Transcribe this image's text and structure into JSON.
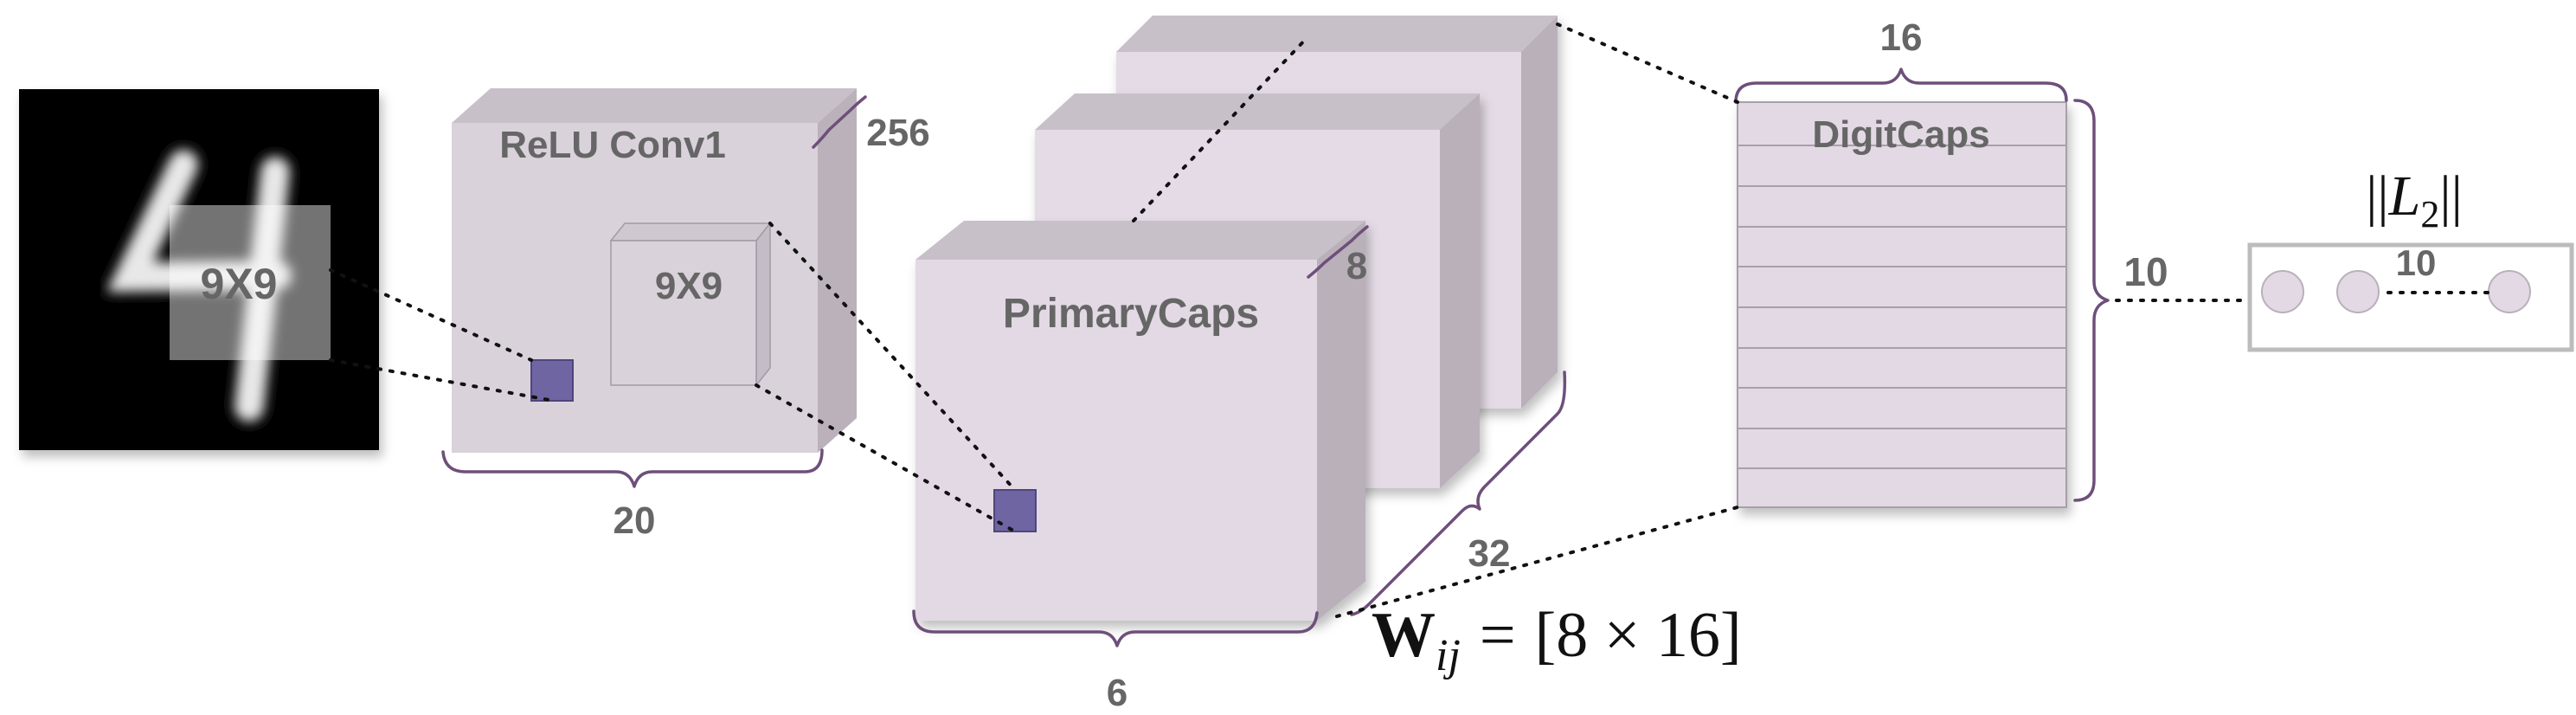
{
  "diagram": {
    "input": {
      "kernel_label": "9X9",
      "digit": "4"
    },
    "relu_conv1": {
      "title": "ReLU Conv1",
      "kernel_label": "9X9",
      "depth_label": "256",
      "width_label": "20"
    },
    "primary_caps": {
      "title": "PrimaryCaps",
      "depth_label": "8",
      "width_label": "6",
      "count_label": "32"
    },
    "digit_caps": {
      "title": "DigitCaps",
      "width_label": "16",
      "height_label": "10"
    },
    "output": {
      "title_prefix": "||",
      "title_var": "L",
      "title_sub": "2",
      "title_suffix": "||",
      "count_label": "10"
    },
    "weight_matrix": {
      "symbol": "W",
      "subscript": "ij",
      "equals": "=",
      "value": "[8 × 16]"
    }
  },
  "colors": {
    "box_face": "#d8d0d8",
    "box_top": "#c5bcc6",
    "box_side": "#b8aeb9",
    "caps_face": "#e2d9e4",
    "small_square": "#6f65a3",
    "brace": "#6e4f7a",
    "label": "#666666"
  }
}
